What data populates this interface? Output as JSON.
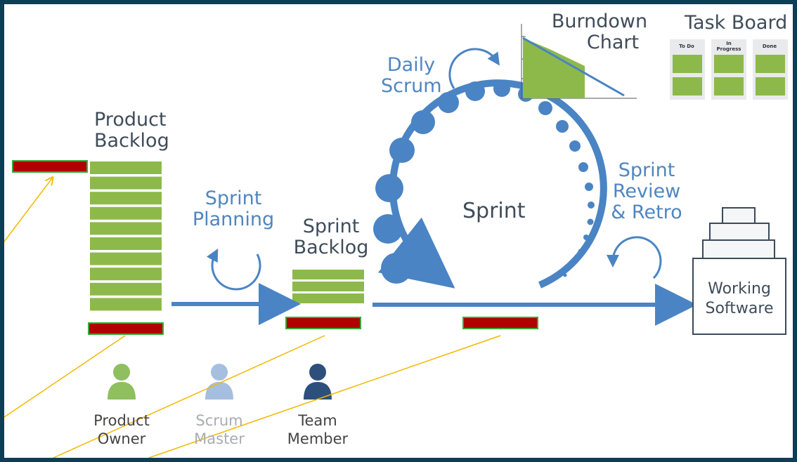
{
  "labels": {
    "product_backlog": [
      "Product",
      "Backlog"
    ],
    "sprint_planning": [
      "Sprint",
      "Planning"
    ],
    "sprint_backlog": [
      "Sprint",
      "Backlog"
    ],
    "daily_scrum": [
      "Daily",
      "Scrum"
    ],
    "sprint": "Sprint",
    "sprint_review": [
      "Sprint",
      "Review",
      "& Retro"
    ],
    "burndown": [
      "Burndown",
      "Chart"
    ],
    "task_board": "Task Board",
    "working_software": [
      "Working",
      "Software"
    ]
  },
  "task_board_columns": [
    "To Do",
    "In Progress",
    "Done"
  ],
  "roles": [
    {
      "line1": "Product",
      "line2": "Owner",
      "color": "#8fbf5e"
    },
    {
      "line1": "Scrum",
      "line2": "Master",
      "color": "#a6bfe0"
    },
    {
      "line1": "Team",
      "line2": "Member",
      "color": "#2d4f7c"
    }
  ],
  "colors": {
    "background": "#0d3e55",
    "backlog_green": "#8db94b",
    "sprint_blue": "#4a84c4",
    "label_blue": "#4f86c0",
    "redaction_red": "#b00000",
    "pointer_yellow": "#f2b800"
  },
  "icons": {
    "cycle": "circular-arrow-icon",
    "role": "person-icon",
    "software": "computer-stack-icon"
  }
}
